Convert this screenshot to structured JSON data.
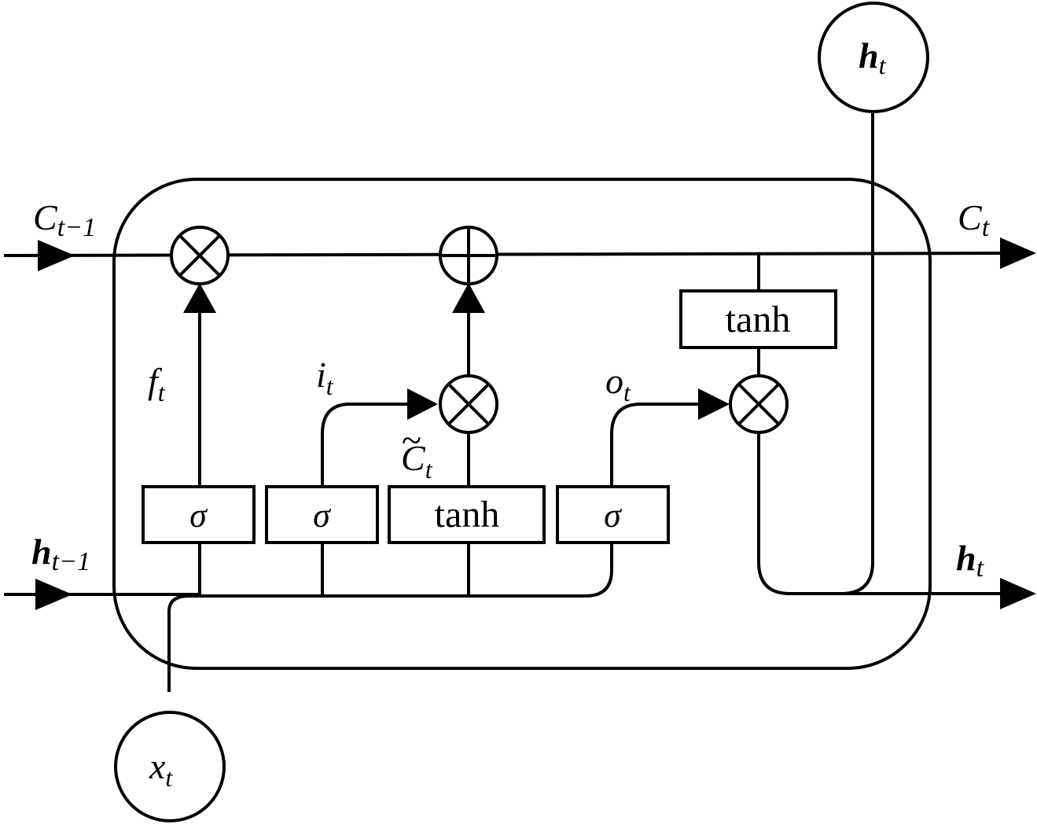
{
  "diagram": {
    "inputs": {
      "c_prev": {
        "base": "C",
        "sub": "t−1"
      },
      "h_prev": {
        "base": "h",
        "sub": "t−1"
      },
      "x": {
        "base": "x",
        "sub": "t"
      }
    },
    "outputs": {
      "c": {
        "base": "C",
        "sub": "t"
      },
      "h_right": {
        "base": "h",
        "sub": "t"
      },
      "h_top": {
        "base": "h",
        "sub": "t"
      }
    },
    "gates": {
      "forget": {
        "symbol": "σ",
        "label_base": "f",
        "label_sub": "t"
      },
      "input": {
        "symbol": "σ",
        "label_base": "i",
        "label_sub": "t"
      },
      "candidate": {
        "symbol": "tanh",
        "label_tilde": "~",
        "label_base": "C",
        "label_sub": "t"
      },
      "output": {
        "symbol": "σ",
        "label_base": "o",
        "label_sub": "t"
      }
    },
    "cell_tanh": "tanh"
  }
}
